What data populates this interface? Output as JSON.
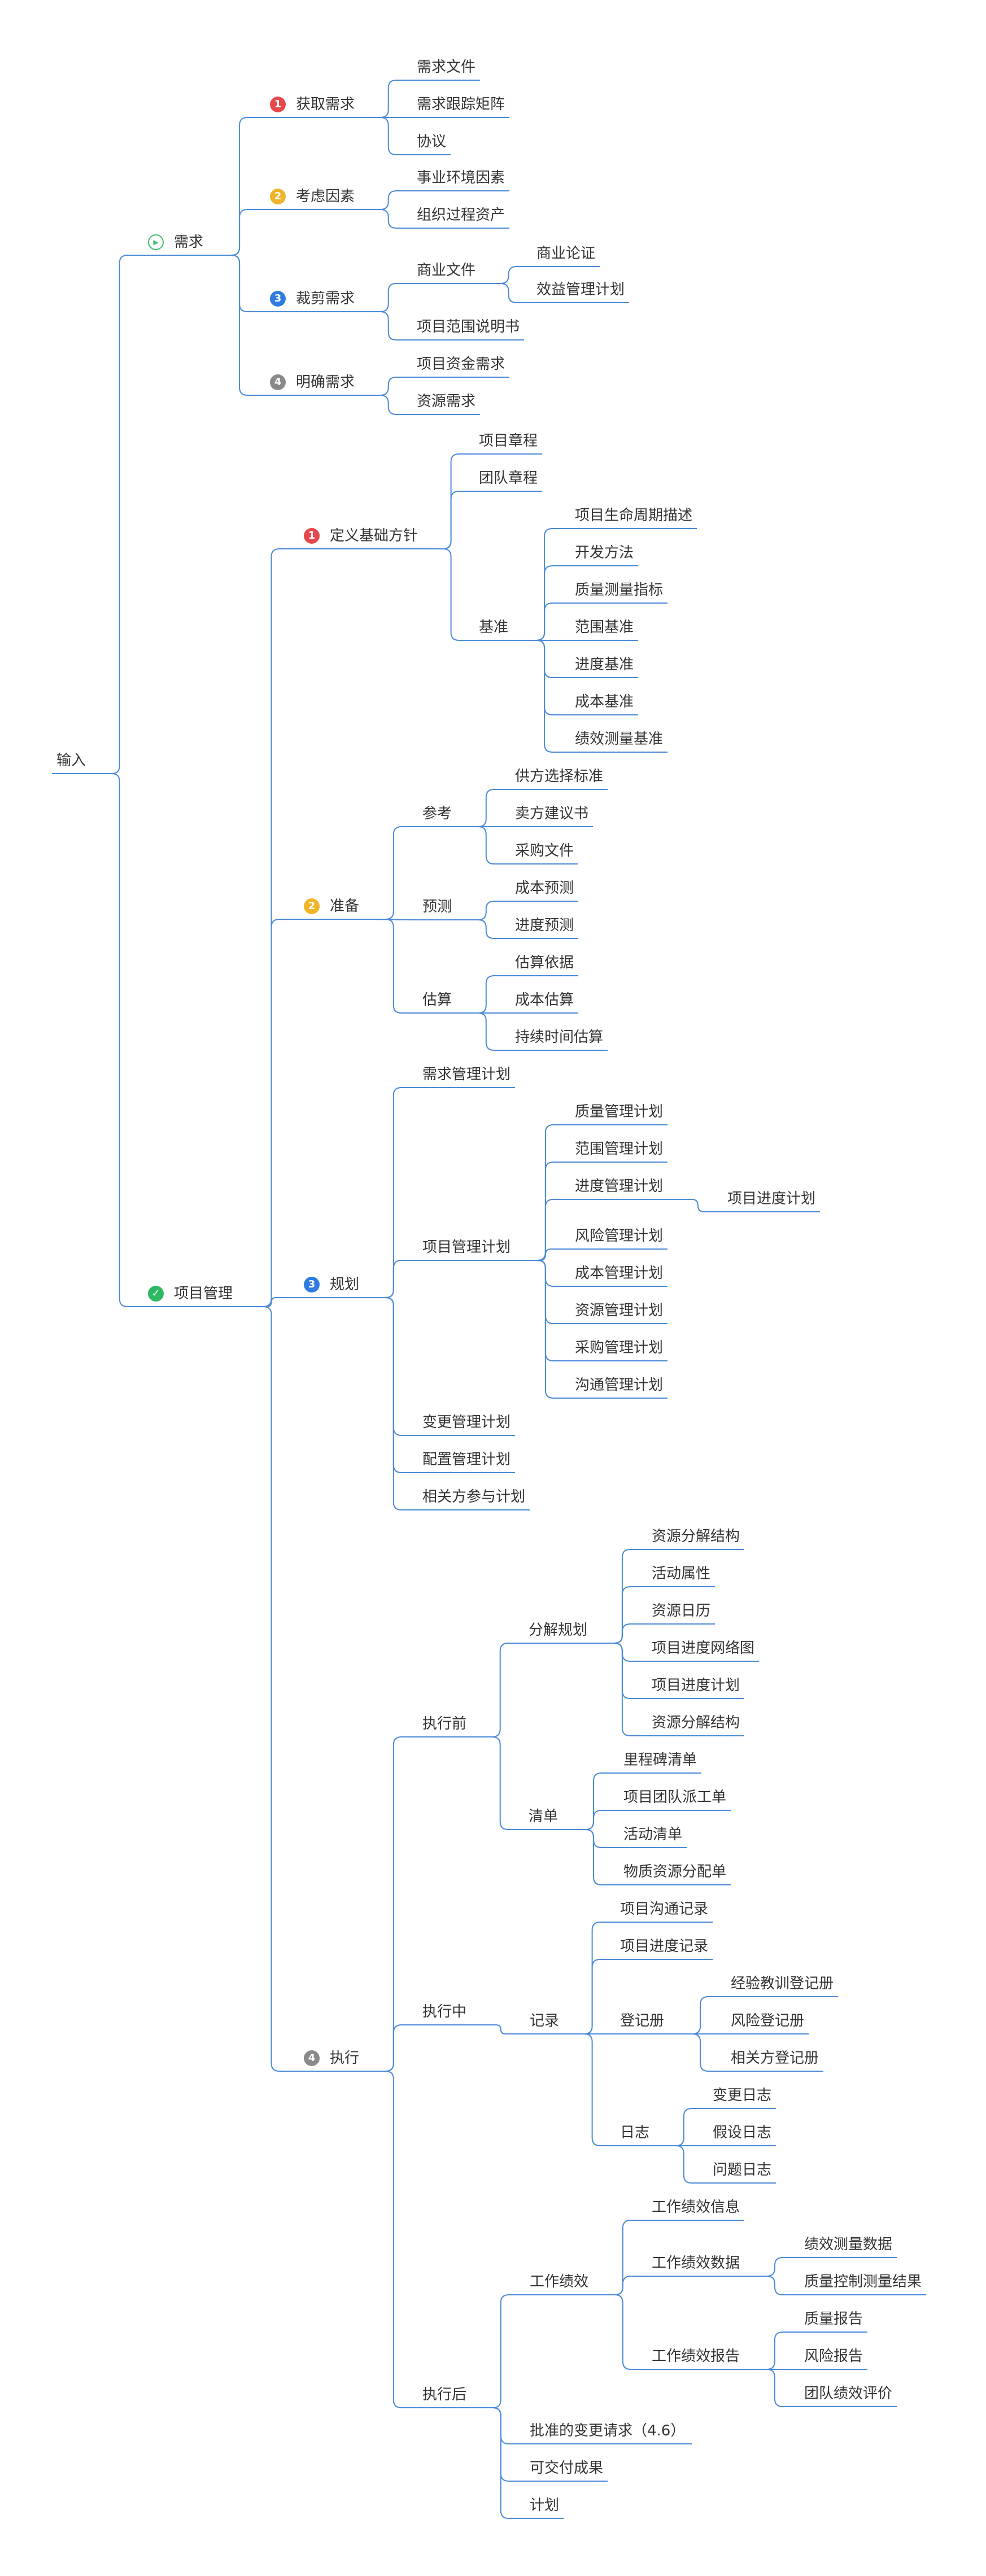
{
  "colors": {
    "connector": "#4a8ad8",
    "text": "#333333"
  },
  "mindmap": {
    "root": {
      "label": "输入"
    },
    "requirements": {
      "label": "需求",
      "icon": "play-circle-icon",
      "acquire": {
        "label": "获取需求",
        "badge": "1",
        "items": [
          "需求文件",
          "需求跟踪矩阵",
          "协议"
        ]
      },
      "consider": {
        "label": "考虑因素",
        "badge": "2",
        "items": [
          "事业环境因素",
          "组织过程资产"
        ]
      },
      "tailor": {
        "label": "裁剪需求",
        "badge": "3",
        "business_doc": {
          "label": "商业文件",
          "items": [
            "商业论证",
            "效益管理计划"
          ]
        },
        "scope_statement": "项目范围说明书"
      },
      "clarify": {
        "label": "明确需求",
        "badge": "4",
        "items": [
          "项目资金需求",
          "资源需求"
        ]
      }
    },
    "project": {
      "label": "项目管理",
      "icon": "check-circle-icon",
      "define": {
        "label": "定义基础方针",
        "badge": "1",
        "charters": [
          "项目章程",
          "团队章程"
        ],
        "baseline": {
          "label": "基准",
          "items": [
            "项目生命周期描述",
            "开发方法",
            "质量测量指标",
            "范围基准",
            "进度基准",
            "成本基准",
            "绩效测量基准"
          ]
        }
      },
      "prepare": {
        "label": "准备",
        "badge": "2",
        "reference": {
          "label": "参考",
          "items": [
            "供方选择标准",
            "卖方建议书",
            "采购文件"
          ]
        },
        "forecast": {
          "label": "预测",
          "items": [
            "成本预测",
            "进度预测"
          ]
        },
        "estimate": {
          "label": "估算",
          "items": [
            "估算依据",
            "成本估算",
            "持续时间估算"
          ]
        }
      },
      "plan": {
        "label": "规划",
        "badge": "3",
        "req_plan": "需求管理计划",
        "pm_plan": {
          "label": "项目管理计划",
          "items": [
            "质量管理计划",
            "范围管理计划",
            "进度管理计划",
            "风险管理计划",
            "成本管理计划",
            "资源管理计划",
            "采购管理计划",
            "沟通管理计划"
          ],
          "schedule_child": "项目进度计划"
        },
        "others": [
          "变更管理计划",
          "配置管理计划",
          "相关方参与计划"
        ]
      },
      "execute": {
        "label": "执行",
        "badge": "4",
        "before": {
          "label": "执行前",
          "decompose": {
            "label": "分解规划",
            "items": [
              "资源分解结构",
              "活动属性",
              "资源日历",
              "项目进度网络图",
              "项目进度计划",
              "资源分解结构"
            ]
          },
          "lists": {
            "label": "清单",
            "items": [
              "里程碑清单",
              "项目团队派工单",
              "活动清单",
              "物质资源分配单"
            ]
          }
        },
        "during": {
          "label": "执行中",
          "records": {
            "label": "记录",
            "items": [
              "项目沟通记录",
              "项目进度记录"
            ],
            "registers": {
              "label": "登记册",
              "items": [
                "经验教训登记册",
                "风险登记册",
                "相关方登记册"
              ]
            },
            "logs": {
              "label": "日志",
              "items": [
                "变更日志",
                "假设日志",
                "问题日志"
              ]
            }
          }
        },
        "after": {
          "label": "执行后",
          "performance": {
            "label": "工作绩效",
            "info": "工作绩效信息",
            "data": {
              "label": "工作绩效数据",
              "items": [
                "绩效测量数据",
                "质量控制测量结果"
              ]
            },
            "reports": {
              "label": "工作绩效报告",
              "items": [
                "质量报告",
                "风险报告",
                "团队绩效评价"
              ]
            }
          },
          "others": [
            "批准的变更请求（4.6）",
            "可交付成果",
            "计划"
          ]
        }
      }
    }
  }
}
